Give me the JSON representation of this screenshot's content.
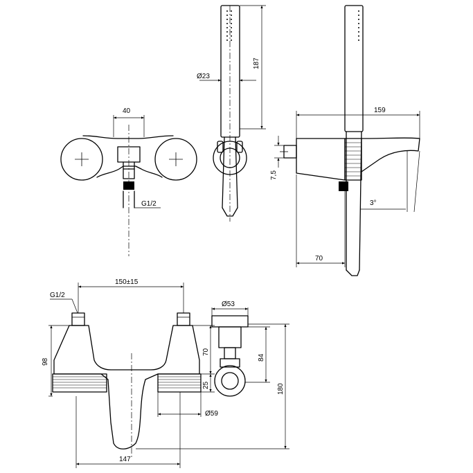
{
  "dimensions": {
    "d40": "40",
    "g12_top": "G1/2",
    "d23": "Ø23",
    "d187": "187",
    "d159": "159",
    "d7_5": "7,5",
    "d3deg": "3°",
    "d70_side": "70",
    "d150": "150±15",
    "g12_front": "G1/2",
    "d98": "98",
    "d70_front": "70",
    "d25": "25",
    "d53": "Ø53",
    "d84": "84",
    "d180": "180",
    "d59": "Ø59",
    "d147": "147"
  },
  "colors": {
    "line": "#000000",
    "background": "#ffffff"
  }
}
